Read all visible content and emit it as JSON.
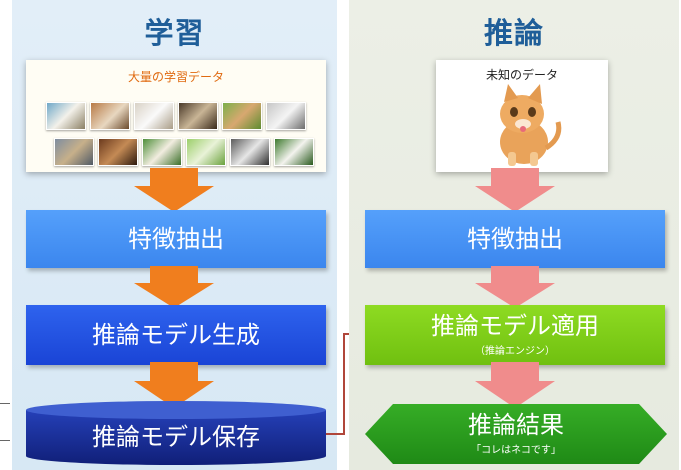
{
  "learning": {
    "title": "学習",
    "data_label": "大量の学習データ",
    "feature": "特徴抽出",
    "generate": "推論モデル生成",
    "save": "推論モデル保存"
  },
  "inference": {
    "title": "推論",
    "data_label": "未知のデータ",
    "feature": "特徴抽出",
    "apply": "推論モデル適用",
    "apply_sub": "（推論エンジン）",
    "result": "推論結果",
    "result_sub": "「コレはネコです」"
  },
  "colors": {
    "learn_arrow": "#f07e1e",
    "infer_arrow": "#f08c8c",
    "feature_box": "#3e8ef4",
    "generate_box": "#1f4fe0",
    "save_db": "#1a2e9c",
    "apply_box": "#7fcf17",
    "result_box": "#2a9a1e",
    "connector": "#b0463a"
  }
}
